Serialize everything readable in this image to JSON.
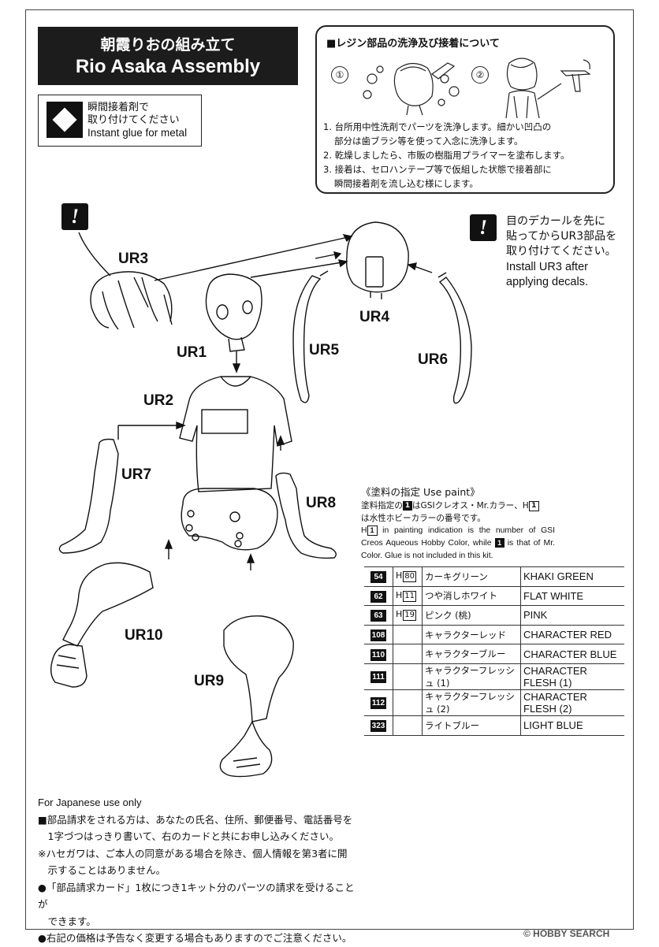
{
  "title": {
    "jp": "朝霞りおの組み立て",
    "en": "Rio Asaka Assembly"
  },
  "glue_note": {
    "line1": "瞬間接着剤で",
    "line2": "取り付けてください",
    "en": "Instant glue for metal"
  },
  "resin_box": {
    "title": "■レジン部品の洗浄及び接着について",
    "step_nums": [
      "①",
      "②"
    ],
    "steps": [
      {
        "a": "1. 台所用中性洗剤でパーツを洗浄します。細かい凹凸の",
        "b": "部分は歯ブラシ等を使って入念に洗浄します。"
      },
      {
        "a": "2. 乾燥しましたら、市販の樹脂用プライマーを塗布します。",
        "b": ""
      },
      {
        "a": "3. 接着は、セロハンテープ等で仮組した状態で接着部に",
        "b": "瞬間接着剤を流し込む様にします。"
      }
    ]
  },
  "decal_note": {
    "jp": [
      "目のデカールを先に",
      "貼ってからUR3部品を",
      "取り付けてください。"
    ],
    "en": [
      "Install UR3 after",
      "applying decals."
    ]
  },
  "parts": [
    "UR3",
    "UR4",
    "UR1",
    "UR5",
    "UR6",
    "UR2",
    "UR7",
    "UR8",
    "UR10",
    "UR9"
  ],
  "paint": {
    "heading": "《塗料の指定 Use paint》",
    "note_jp1": "塗料指定の",
    "note_badge": "1",
    "note_jp2": "はGSIクレオス・Mr.カラー、H",
    "note_jp3": "は水性ホビーカラーの番号です。",
    "note_en1": "H",
    "note_en2": " in painting indication is the number of GSI Creos Aqueous Hobby Color, while ",
    "note_en3": " is that of Mr. Color. Glue is not included in this kit.",
    "rows": [
      {
        "num": "54",
        "h": "80",
        "jp": "カーキグリーン",
        "en": "KHAKI GREEN"
      },
      {
        "num": "62",
        "h": "11",
        "jp": "つや消しホワイト",
        "en": "FLAT WHITE"
      },
      {
        "num": "63",
        "h": "19",
        "jp": "ピンク (桃)",
        "en": "PINK"
      },
      {
        "num": "108",
        "h": "",
        "jp": "キャラクターレッド",
        "en": "CHARACTER RED"
      },
      {
        "num": "110",
        "h": "",
        "jp": "キャラクターブルー",
        "en": "CHARACTER BLUE"
      },
      {
        "num": "111",
        "h": "",
        "jp": "キャラクターフレッシュ (1)",
        "en": "CHARACTER FLESH (1)"
      },
      {
        "num": "112",
        "h": "",
        "jp": "キャラクターフレッシュ (2)",
        "en": "CHARACTER FLESH (2)"
      },
      {
        "num": "323",
        "h": "",
        "jp": "ライトブルー",
        "en": "LIGHT BLUE"
      }
    ]
  },
  "japan_notes": {
    "head": "For Japanese use only",
    "lines": [
      "■部品請求をされる方は、あなたの氏名、住所、郵便番号、電話番号を",
      "　1字づつはっきり書いて、右のカードと共にお申し込みください。",
      "※ハセガワは、ご本人の同意がある場合を除き、個人情報を第3者に開",
      "　示することはありません。",
      "●「部品請求カード」1枚につき1キット分のパーツの請求を受けることが",
      "　できます。",
      "●右記の価格は予告なく変更する場合もありますのでご注意ください。"
    ]
  },
  "watermark": "© HOBBY SEARCH"
}
